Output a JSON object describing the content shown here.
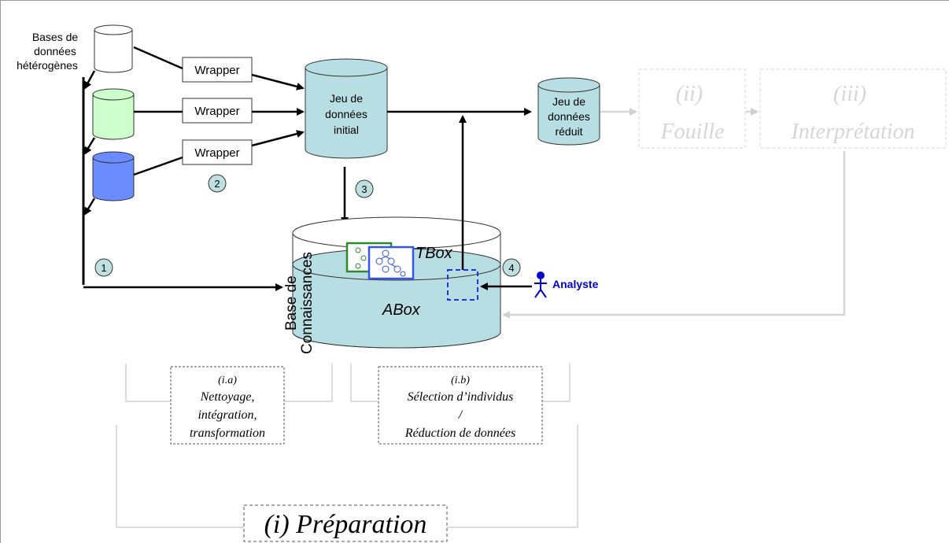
{
  "sources": {
    "label_line1": "Bases de",
    "label_line2": "données",
    "label_line3": "hétérogènes",
    "colors": {
      "top": "#ffffff",
      "middle": "#ccffcc",
      "bottom": "#6b8cff"
    }
  },
  "wrappers": [
    "Wrapper",
    "Wrapper",
    "Wrapper"
  ],
  "initial_dataset": {
    "line1": "Jeu de",
    "line2": "données",
    "line3": "initial"
  },
  "reduced_dataset": {
    "line1": "Jeu de",
    "line2": "données",
    "line3": "réduit"
  },
  "mining": {
    "num": "(ii)",
    "label": "Fouille"
  },
  "interpretation": {
    "num": "(iii)",
    "label": "Interprétation"
  },
  "knowledge_base": {
    "side_line1": "Base de",
    "side_line2": "Connaissances",
    "tbox": "TBox",
    "abox": "ABox",
    "color": "#b7dee2"
  },
  "analyst": {
    "label": "Analyste",
    "color": "#0000cc"
  },
  "steps": {
    "s1": "1",
    "s2": "2",
    "s3": "3",
    "s4": "4"
  },
  "phase_ia": {
    "num": "(i.a)",
    "line1": "Nettoyage,",
    "line2": "intégration,",
    "line3": "transformation"
  },
  "phase_ib": {
    "num": "(i.b)",
    "line1": "Sélection d’individus",
    "line2": "/",
    "line3": "Réduction de données"
  },
  "phase_i": {
    "label": "(i) Préparation"
  },
  "colors": {
    "faded": "#d6d6d6",
    "step_circle": "#bfe0e0"
  }
}
